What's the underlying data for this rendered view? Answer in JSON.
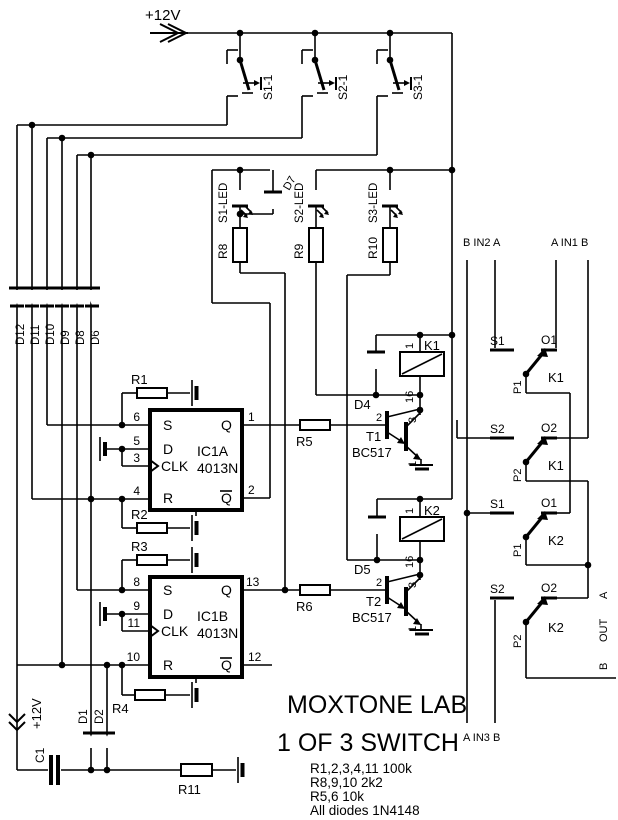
{
  "power": {
    "top_label": "+12V",
    "bottom_label": "+12V"
  },
  "switches": {
    "s1": "S1-1",
    "s2": "S2-1",
    "s3": "S3-1"
  },
  "led_section": {
    "led1": "S1-LED",
    "led2": "S2-LED",
    "led3": "S3-LED",
    "r8": "R8",
    "r9": "R9",
    "r10": "R10",
    "d7": "D7"
  },
  "diode_row": [
    "D12",
    "D11",
    "D10",
    "D9",
    "D8",
    "D6"
  ],
  "ff_resistors": {
    "r1": "R1",
    "r2": "R2",
    "r3": "R3",
    "r4": "R4"
  },
  "ic1a": {
    "name": "IC1A",
    "part": "4013N",
    "pin_s": "S",
    "pin_d": "D",
    "pin_clk": "CLK",
    "pin_r": "R",
    "pin_q": "Q",
    "pin_qb": "Q",
    "n_s": "6",
    "n_d": "5",
    "n_clk": "3",
    "n_r": "4",
    "n_q": "1",
    "n_qb": "2"
  },
  "ic1b": {
    "name": "IC1B",
    "part": "4013N",
    "pin_s": "S",
    "pin_d": "D",
    "pin_clk": "CLK",
    "pin_r": "R",
    "pin_q": "Q",
    "pin_qb": "Q",
    "n_s": "8",
    "n_d": "9",
    "n_clk": "11",
    "n_r": "10",
    "n_q": "13",
    "n_qb": "12"
  },
  "driver1": {
    "r": "R5",
    "t": "T1",
    "part": "BC517",
    "d": "D4",
    "k": "K1",
    "pin_top": "1",
    "pin_bot": "16",
    "b": "2",
    "c": "3",
    "e": "1"
  },
  "driver2": {
    "r": "R6",
    "t": "T2",
    "part": "BC517",
    "d": "D5",
    "k": "K2",
    "pin_top": "1",
    "pin_bot": "16",
    "b": "2",
    "c": "3",
    "e": "1"
  },
  "io": {
    "in2": "B IN2 A",
    "in1": "A IN1 B",
    "in3": "A IN3 B",
    "out_a": "A",
    "out": "OUT",
    "out_b": "B"
  },
  "contacts": [
    {
      "s": "S1",
      "o": "O1",
      "p": "P1",
      "k": "K1"
    },
    {
      "s": "S2",
      "o": "O2",
      "p": "P2",
      "k": "K1"
    },
    {
      "s": "S1",
      "o": "O1",
      "p": "P1",
      "k": "K2"
    },
    {
      "s": "S2",
      "o": "O2",
      "p": "P2",
      "k": "K2"
    }
  ],
  "bottom": {
    "c1": "C1",
    "d1": "D1",
    "d2": "D2",
    "r11": "R11"
  },
  "title": {
    "line1": "MOXTONE LAB",
    "line2": "1 OF 3 SWITCH"
  },
  "notes": [
    "R1,2,3,4,11 100k",
    "R8,9,10 2k2",
    "R5,6 10k",
    "All diodes 1N4148"
  ],
  "colors": {
    "ink": "#000000",
    "background": "#ffffff"
  }
}
